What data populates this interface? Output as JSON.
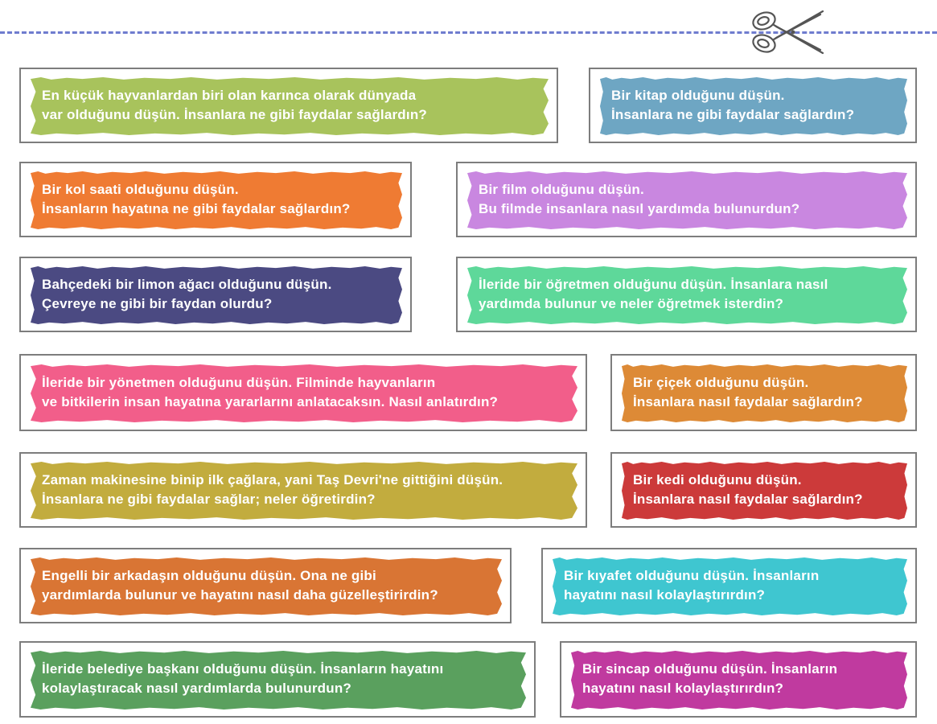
{
  "decor": {
    "scissors": "scissors-icon",
    "cut_line_color": "#6f7ccf",
    "border_color": "#7d7d7d"
  },
  "cards": [
    {
      "text": "En küçük hayvanlardan biri olan karınca olarak dünyada\nvar olduğunu düşün. İnsanlara ne gibi faydalar sağlardın?",
      "color": "#a8c35c"
    },
    {
      "text": "Bir kitap olduğunu düşün.\nİnsanlara ne gibi faydalar sağlardın?",
      "color": "#6ea6c3"
    },
    {
      "text": "Bir kol saati olduğunu düşün.\nİnsanların hayatına ne gibi faydalar sağlardın?",
      "color": "#ef7b33"
    },
    {
      "text": "Bir film olduğunu düşün.\nBu filmde insanlara nasıl yardımda bulunurdun?",
      "color": "#c987e0"
    },
    {
      "text": "Bahçedeki bir limon ağacı olduğunu düşün.\nÇevreye ne gibi bir faydan olurdu?",
      "color": "#4b4a82"
    },
    {
      "text": "İleride bir öğretmen olduğunu düşün. İnsanlara nasıl\nyardımda bulunur ve neler öğretmek isterdin?",
      "color": "#5ed89a"
    },
    {
      "text": "İleride bir yönetmen olduğunu düşün. Filminde hayvanların\nve bitkilerin insan hayatına yararlarını anlatacaksın. Nasıl anlatırdın?",
      "color": "#f25e8a"
    },
    {
      "text": "Bir çiçek olduğunu düşün.\nİnsanlara nasıl faydalar sağlardın?",
      "color": "#dd8a36"
    },
    {
      "text": "Zaman makinesine binip ilk çağlara, yani Taş Devri'ne gittiğini düşün.\nİnsanlara ne gibi faydalar sağlar; neler öğretirdin?",
      "color": "#c2ac3e"
    },
    {
      "text": "Bir kedi olduğunu düşün.\nİnsanlara nasıl faydalar sağlardın?",
      "color": "#cc3a3a"
    },
    {
      "text": "Engelli bir arkadaşın olduğunu düşün. Ona ne gibi\nyardımlarda bulunur ve hayatını nasıl daha güzelleştirirdin?",
      "color": "#d97534"
    },
    {
      "text": "Bir kıyafet olduğunu düşün. İnsanların\nhayatını nasıl kolaylaştırırdın?",
      "color": "#3fc6d0"
    },
    {
      "text": "İleride belediye başkanı olduğunu düşün. İnsanların hayatını\nkolaylaştıracak nasıl yardımlarda bulunurdun?",
      "color": "#5aa05e"
    },
    {
      "text": "Bir sincap olduğunu düşün. İnsanların\nhayatını nasıl kolaylaştırırdın?",
      "color": "#c03a9f"
    }
  ]
}
